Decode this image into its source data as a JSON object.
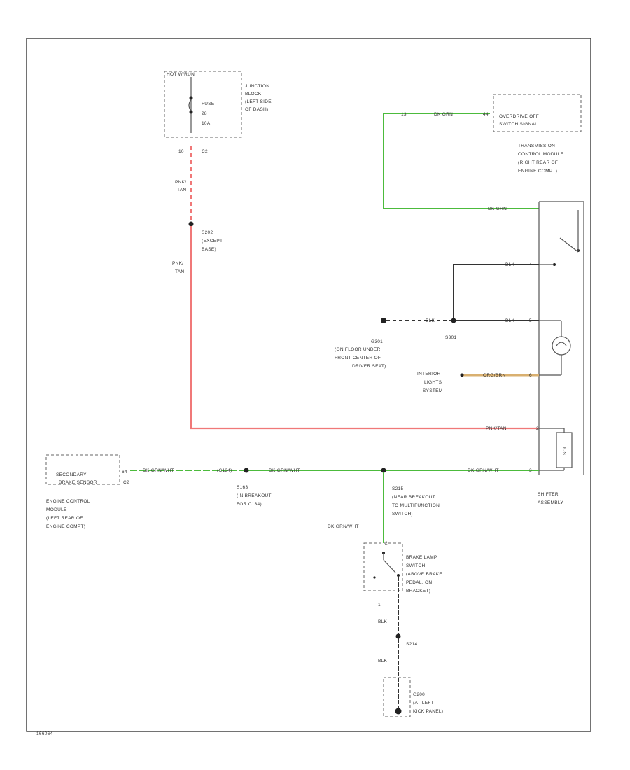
{
  "colors": {
    "green_wire": "#4cbb3c",
    "red_wire": "#f07878",
    "black_wire": "#333333",
    "orange_wire": "#d9b070",
    "frame": "#444444"
  },
  "diagram_id": "166064",
  "junction_block": {
    "header": "HOT W/RUN",
    "fuse_line1": "FUSE",
    "fuse_line2": "28",
    "fuse_line3": "10A",
    "desc": [
      "JUNCTION",
      "BLOCK",
      "(LEFT SIDE",
      "OF DASH)"
    ],
    "pin": "10",
    "connector": "C2"
  },
  "wire_pnk_tan_1": [
    "PNK/",
    "TAN"
  ],
  "splice_s202": [
    "S202",
    "(EXCEPT",
    "BASE)"
  ],
  "wire_pnk_tan_2": [
    "PNK/",
    "TAN"
  ],
  "overdrive_switch": {
    "pin_left": "13",
    "wire": "DK GRN",
    "pin_right": "44",
    "label_line1": "OVERDRIVE OFF",
    "label_line2": "SWITCH SIGNAL",
    "desc": [
      "TRANSMISSION",
      "CONTROL MODULE",
      "(RIGHT REAR OF",
      "ENGINE COMPT)"
    ]
  },
  "shifter": {
    "wire_dk_grn": "DK GRN",
    "wire_blk_4": "BLK",
    "pin_4": "4",
    "wire_blk_5": "BLK",
    "pin_5": "5",
    "wire_org_brn": "ORG/BRN",
    "pin_6": "6",
    "wire_pnk_tan": "PNK/TAN",
    "pin_2": "2",
    "wire_dk_grn_wht": "DK GRN/WHT",
    "pin_3": "3",
    "solenoid_label": "SOL",
    "desc": [
      "SHIFTER",
      "ASSEMBLY"
    ]
  },
  "ground_g301": {
    "wire": "BLK",
    "splice": "S301",
    "desc": [
      "G301",
      "(ON FLOOR UNDER",
      "FRONT CENTER OF",
      "DRIVER SEAT)"
    ]
  },
  "interior_lights": [
    "INTERIOR",
    "LIGHTS",
    "SYSTEM"
  ],
  "ecm": {
    "box_line1": "SECONDARY",
    "box_line2": "BRAKE SENSOR",
    "pin": "64",
    "connector": "C2",
    "desc": [
      "ENGINE CONTROL",
      "MODULE",
      "(LEFT REAR OF",
      "ENGINE COMPT)"
    ]
  },
  "wire_dk_grn_wht_left": "DK GRN/WHT",
  "wire_dk_grn_wht_mid": "DK GRN/WHT",
  "wire_dk_grn_wht_right": "DK GRN/WHT",
  "wire_dk_grn_wht_down": "DK GRN/WHT",
  "connector_c134": "(C134)",
  "splice_s163": [
    "S163",
    "(IN BREAKOUT",
    "FOR C134)"
  ],
  "splice_s215": [
    "S215",
    "(NEAR BREAKOUT",
    "TO MULTIFUNCTION",
    "SWITCH)"
  ],
  "brake_switch": {
    "pin_top": "2",
    "pin_bottom": "1",
    "desc": [
      "BRAKE LAMP",
      "SWITCH",
      "(ABOVE BRAKE",
      "PEDAL, ON",
      "BRACKET)"
    ]
  },
  "wire_blk_1": "BLK",
  "splice_s214": "S214",
  "wire_blk_2": "BLK",
  "ground_g200": [
    "G200",
    "(AT LEFT",
    "KICK PANEL)"
  ]
}
